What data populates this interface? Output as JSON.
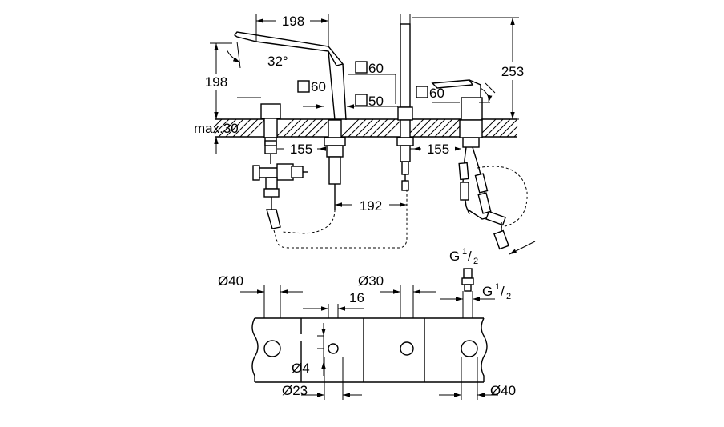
{
  "dimensions": {
    "spout_width": "198",
    "spout_height": "198",
    "spout_angle": "32°",
    "max_deck": "max.30",
    "square_60_spout_base": "60",
    "square_60_shower": "60",
    "square_50_shower": "50",
    "square_60_handle": "60",
    "handle_height": "253",
    "spacing_left": "155",
    "spacing_right": "155",
    "spacing_center": "192",
    "thread_right": "G",
    "thread_right_frac_num": "1",
    "thread_right_frac_den": "2",
    "thread_bottom": "G",
    "thread_bottom_frac_num": "1",
    "thread_bottom_frac_den": "2",
    "dia_40_left": "Ø40",
    "dia_30": "Ø30",
    "dim_16": "16",
    "dia_4": "Ø4",
    "dia_23": "Ø23",
    "dia_40_right": "Ø40"
  }
}
